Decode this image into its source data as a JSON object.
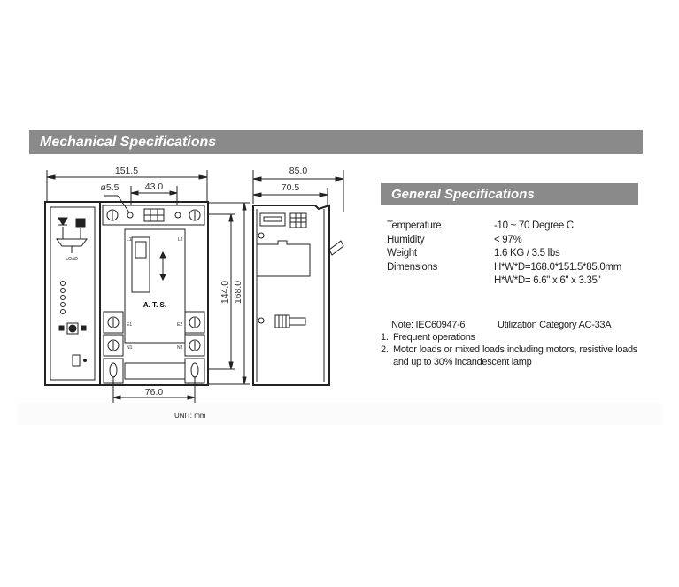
{
  "mechanical": {
    "title": "Mechanical Specifications",
    "unit_label": "UNIT: mm",
    "front_view": {
      "width_total": "151.5",
      "hole_dia": "ø5.5",
      "hole_spacing": "43.0",
      "height_inner": "144.0",
      "height_total": "168.0",
      "bottom_spacing": "76.0",
      "center_label": "A. T. S.",
      "load_label": "LOAD",
      "terminals": [
        "L1",
        "L2",
        "E1",
        "E2",
        "N1",
        "N2"
      ]
    },
    "side_view": {
      "depth_total": "85.0",
      "depth_body": "70.5"
    }
  },
  "general": {
    "title": "General Specifications",
    "rows": [
      {
        "label": "Temperature",
        "value": "-10 ~ 70 Degree C"
      },
      {
        "label": "Humidity",
        "value": "< 97%"
      },
      {
        "label": "Weight",
        "value": "1.6 KG / 3.5 lbs"
      },
      {
        "label": "Dimensions",
        "value": "H*W*D=168.0*151.5*85.0mm"
      },
      {
        "label": "",
        "value": "H*W*D= 6.6\" x 6\" x 3.35\""
      }
    ],
    "note": {
      "standard": "Note: IEC60947-6",
      "category": "Utilization Category AC-33A",
      "items": [
        {
          "num": "1.",
          "text": "Frequent operations"
        },
        {
          "num": "2.",
          "text": "Motor loads or mixed loads including motors, resistive loads and up to 30% incandescent lamp"
        }
      ]
    }
  }
}
